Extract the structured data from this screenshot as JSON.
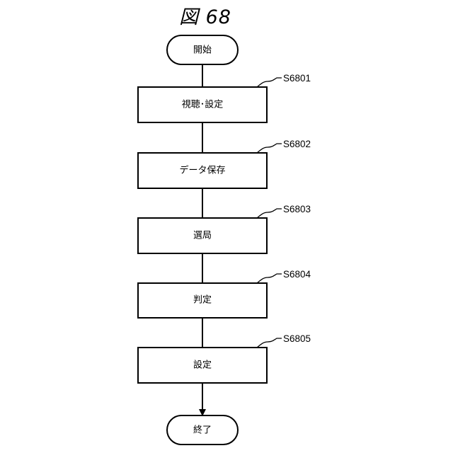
{
  "figure": {
    "title": "図 68"
  },
  "flowchart": {
    "start": "開始",
    "end": "終了",
    "steps": [
      {
        "id": "S6801",
        "label": "視聴･設定"
      },
      {
        "id": "S6802",
        "label": "データ保存"
      },
      {
        "id": "S6803",
        "label": "選局"
      },
      {
        "id": "S6804",
        "label": "判定"
      },
      {
        "id": "S6805",
        "label": "設定"
      }
    ]
  }
}
